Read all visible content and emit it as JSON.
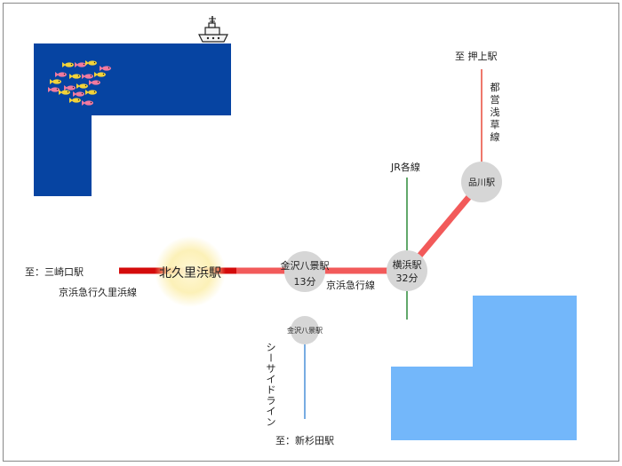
{
  "stations": {
    "kitakurihama": "北久里浜駅",
    "kanazawa_hakkei": {
      "name": "金沢八景駅",
      "time": "13分"
    },
    "yokohama": {
      "name": "横浜駅",
      "time": "32分"
    },
    "shinagawa": "品川駅",
    "seaside_kanazawa_hakkei": "金沢八景駅"
  },
  "destinations": {
    "misakiguchi": "至：三崎口駅",
    "oshiage": "至 押上駅",
    "shinsugita": "至：新杉田駅"
  },
  "lines": {
    "kurihama_line": "京浜急行久里浜線",
    "keikyu_line": "京浜急行線",
    "jr_lines": "JR各線",
    "toei_asakusa_line": "都営浅草線",
    "seaside_line": "シーサイドライン"
  },
  "colors": {
    "sea_dark": "#0644A2",
    "sea_light": "#73B7FA",
    "keikyu_dark": "#D40B0B",
    "keikyu_light": "#F25A5A",
    "asakusa": "#E84A3A",
    "jr": "#2E8B3A",
    "seaside": "#4A90D9",
    "station_circle": "#D6D6D6",
    "fish_yellow": "#F2D33A",
    "fish_pink": "#F07AA0"
  },
  "icons": {
    "ship": "ship-icon",
    "fish": "fish-icon",
    "highlight": "highlight-glow"
  }
}
